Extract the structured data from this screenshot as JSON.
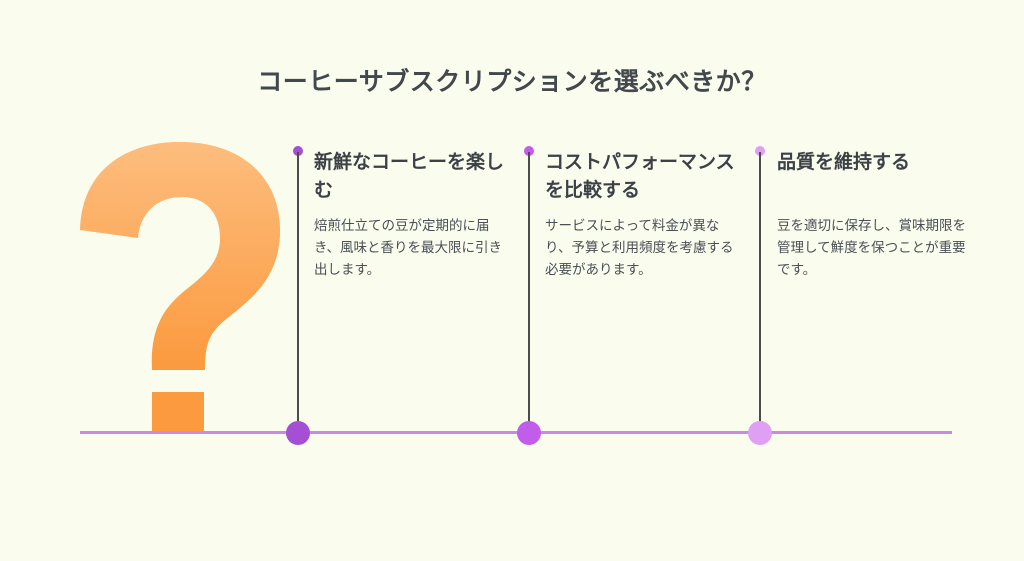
{
  "title": "コーヒーサブスクリプションを選ぶべきか？",
  "colors": {
    "background": "#FAFDEE",
    "baseline": "#C78BE6",
    "question_top": "#FDBD7E",
    "question_bottom": "#FB9A3F",
    "dot1": "#A44FD4",
    "dot2": "#C25CEB",
    "dot3": "#DFA0F3"
  },
  "icons": {
    "question": "question-mark-icon"
  },
  "points": [
    {
      "heading": "新鮮なコーヒーを楽しむ",
      "description": "焙煎仕立ての豆が定期的に届き、風味と香りを最大限に引き出します。"
    },
    {
      "heading": "コストパフォーマンスを比較する",
      "description": "サービスによって料金が異なり、予算と利用頻度を考慮する必要があります。"
    },
    {
      "heading": "品質を維持する",
      "description": "豆を適切に保存し、賞味期限を管理して鮮度を保つことが重要です。"
    }
  ]
}
